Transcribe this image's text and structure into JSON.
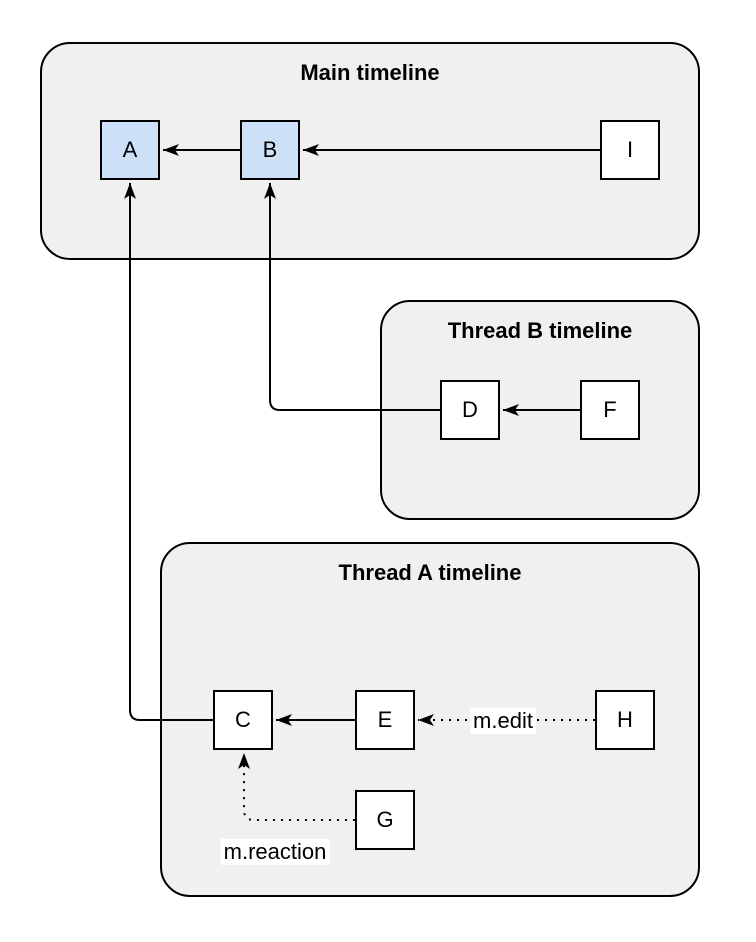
{
  "groups": {
    "main": {
      "title": "Main timeline"
    },
    "thread_b": {
      "title": "Thread B timeline"
    },
    "thread_a": {
      "title": "Thread A timeline"
    }
  },
  "nodes": {
    "A": {
      "label": "A",
      "highlighted": true,
      "group": "Main timeline"
    },
    "B": {
      "label": "B",
      "highlighted": true,
      "group": "Main timeline"
    },
    "I": {
      "label": "I",
      "highlighted": false,
      "group": "Main timeline"
    },
    "D": {
      "label": "D",
      "highlighted": false,
      "group": "Thread B timeline"
    },
    "F": {
      "label": "F",
      "highlighted": false,
      "group": "Thread B timeline"
    },
    "C": {
      "label": "C",
      "highlighted": false,
      "group": "Thread A timeline"
    },
    "E": {
      "label": "E",
      "highlighted": false,
      "group": "Thread A timeline"
    },
    "H": {
      "label": "H",
      "highlighted": false,
      "group": "Thread A timeline"
    },
    "G": {
      "label": "G",
      "highlighted": false,
      "group": "Thread A timeline"
    }
  },
  "edges": [
    {
      "from": "B",
      "to": "A",
      "style": "solid",
      "label": ""
    },
    {
      "from": "I",
      "to": "B",
      "style": "solid",
      "label": ""
    },
    {
      "from": "F",
      "to": "D",
      "style": "solid",
      "label": ""
    },
    {
      "from": "D",
      "to": "B",
      "style": "solid",
      "label": ""
    },
    {
      "from": "E",
      "to": "C",
      "style": "solid",
      "label": ""
    },
    {
      "from": "C",
      "to": "A",
      "style": "solid",
      "label": ""
    },
    {
      "from": "H",
      "to": "E",
      "style": "dotted",
      "label": "m.edit"
    },
    {
      "from": "G",
      "to": "C",
      "style": "dotted",
      "label": "m.reaction"
    }
  ],
  "edge_labels": {
    "edit": "m.edit",
    "reaction": "m.reaction"
  },
  "colors": {
    "group_fill": "#f0f0f0",
    "node_fill_highlight": "#cce0f8",
    "node_fill_default": "#ffffff",
    "stroke": "#000000",
    "label_background": "#ffffff"
  }
}
